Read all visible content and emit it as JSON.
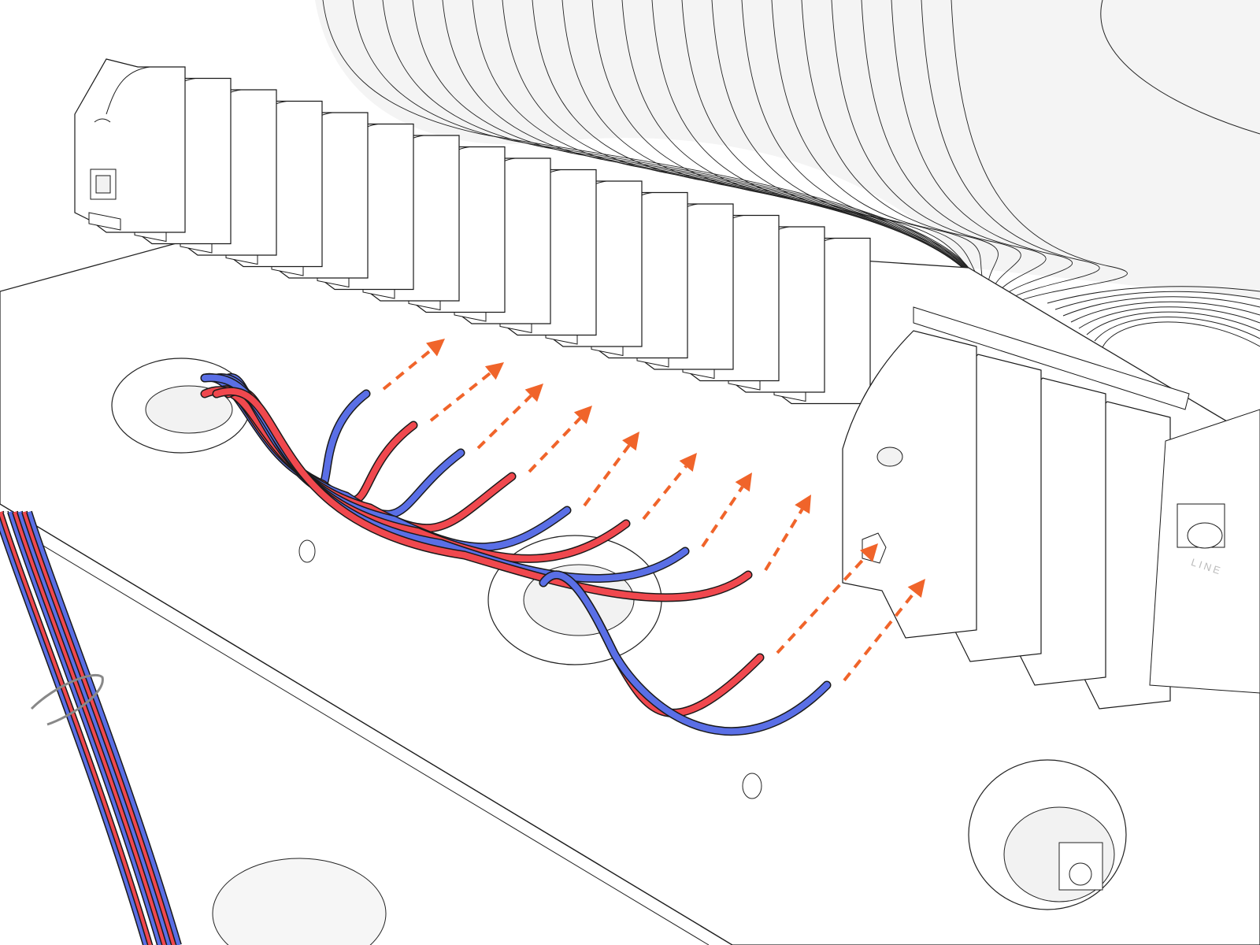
{
  "figure": {
    "description_label": "LINE",
    "colors": {
      "wire_red": "#f0484e",
      "wire_blue": "#5a6fe6",
      "arrow": "#f0642a",
      "line": "#1a1a1a",
      "shade": "#f2f2f2"
    },
    "wires": [
      {
        "color": "blue"
      },
      {
        "color": "red"
      },
      {
        "color": "blue"
      },
      {
        "color": "red"
      },
      {
        "color": "blue"
      },
      {
        "color": "red"
      },
      {
        "color": "blue"
      },
      {
        "color": "red"
      },
      {
        "color": "red"
      },
      {
        "color": "blue"
      }
    ],
    "terminal_count": 16,
    "breaker_count": 4
  }
}
